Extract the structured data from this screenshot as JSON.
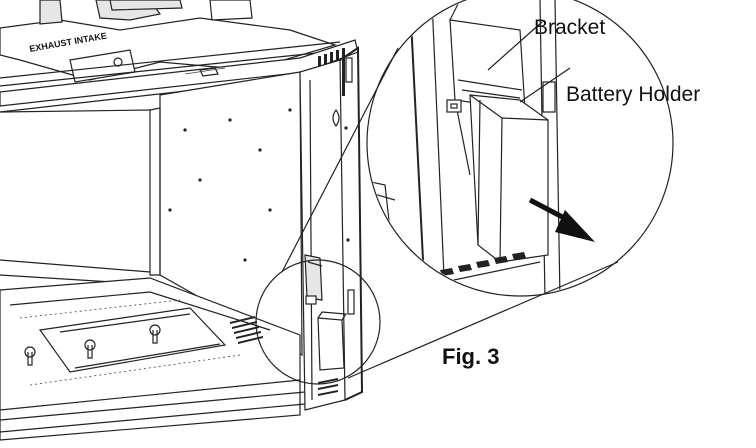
{
  "labels": {
    "bracket": "Bracket",
    "battery_holder": "Battery Holder",
    "figure": "Fig. 3",
    "intake_stamp": "EXHAUST  INTAKE"
  },
  "colors": {
    "line": "#222222",
    "panel_fill": "#e6e6e6",
    "background": "#ffffff",
    "arrow": "#111111"
  }
}
